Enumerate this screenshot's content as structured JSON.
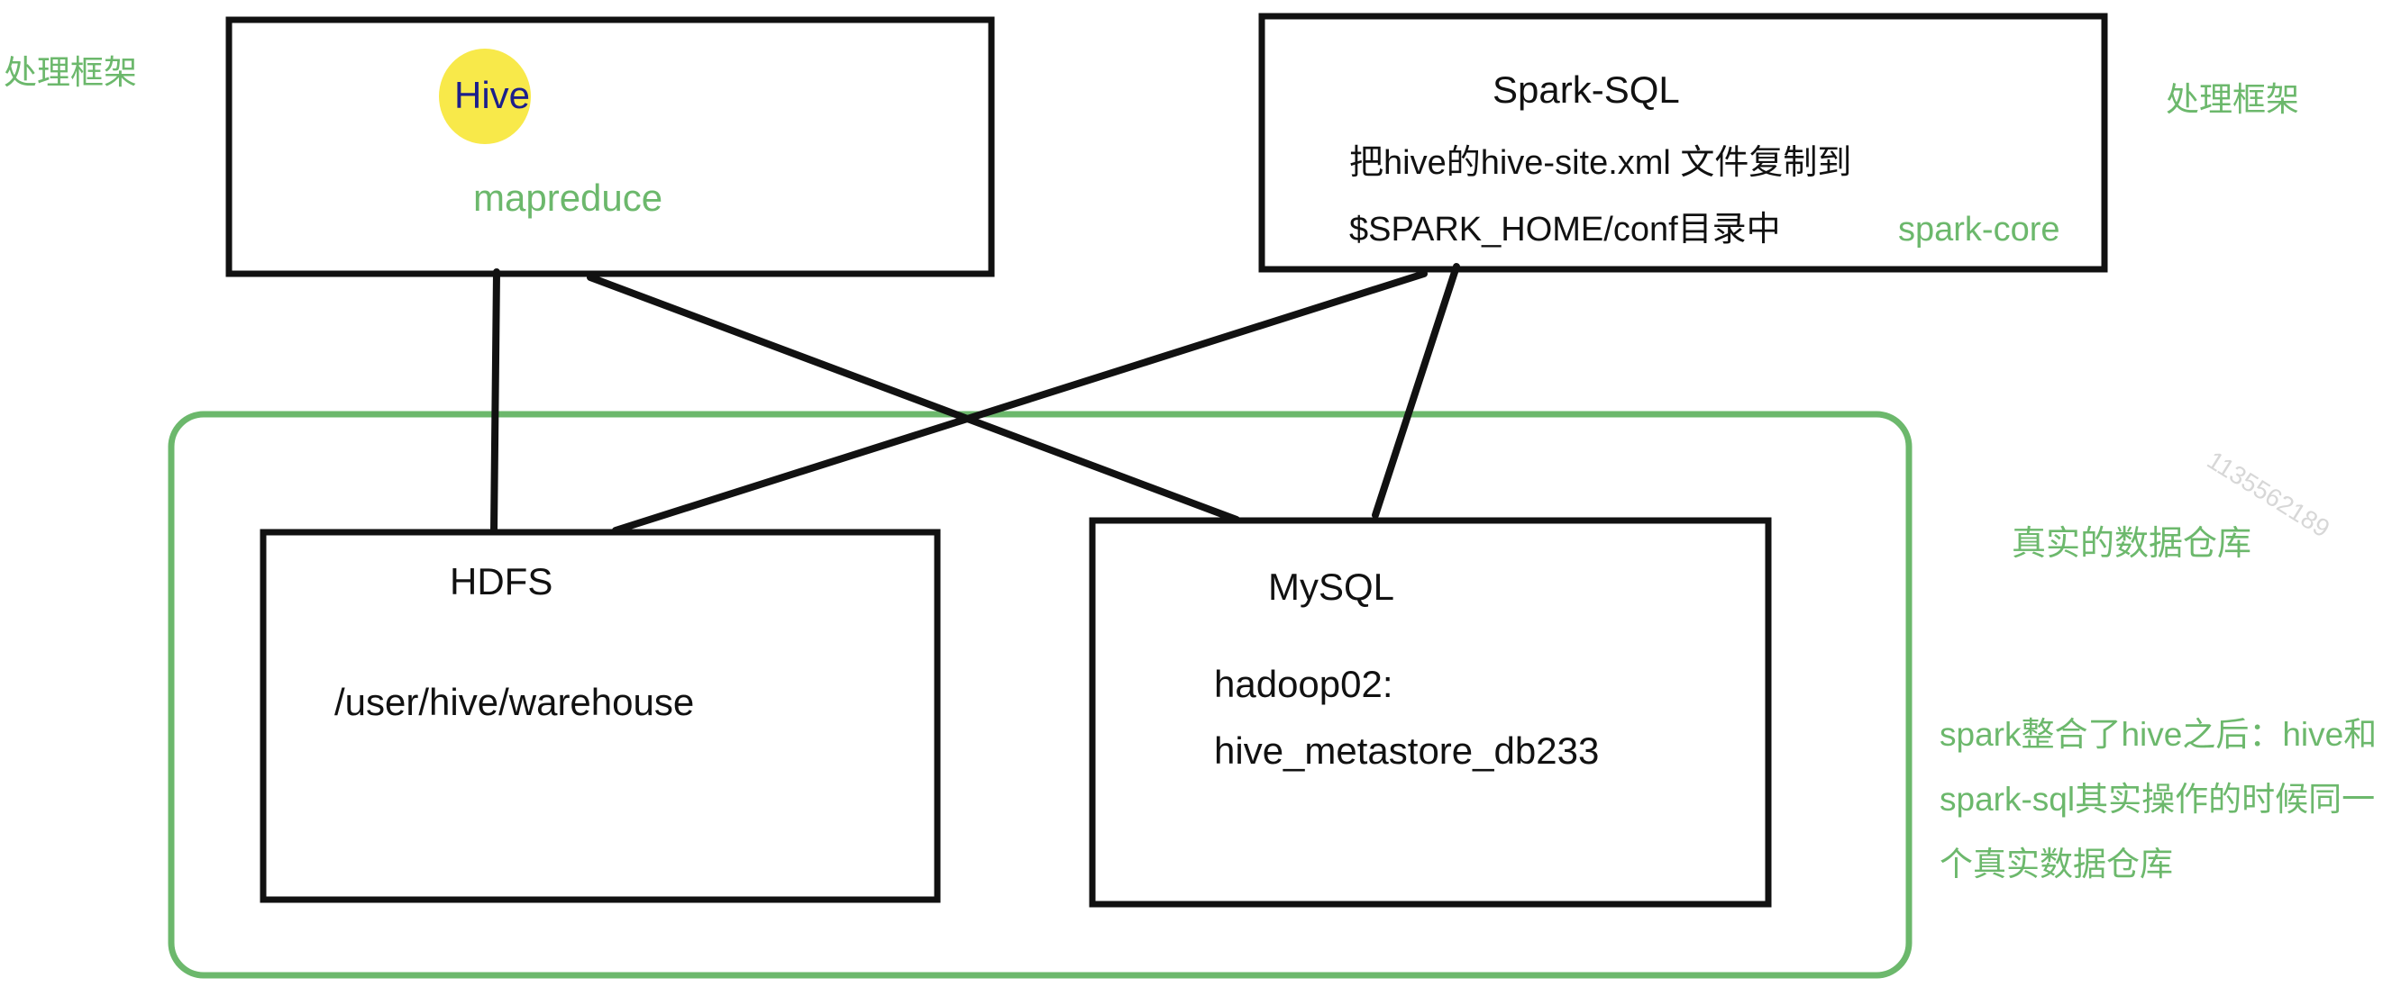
{
  "colors": {
    "box_stroke": "#111111",
    "connector": "#111111",
    "group_border": "#6cb86c",
    "annotation": "#6cb86c",
    "highlight": "#f8e94a",
    "hive_text": "#1c1f8c"
  },
  "left_label": "处理框架",
  "right_label": "处理框架",
  "hive_box": {
    "title": "Hive",
    "engine": "mapreduce"
  },
  "spark_box": {
    "title": "Spark-SQL",
    "instruction_line1": "把hive的hive-site.xml 文件复制到",
    "instruction_line2": "$SPARK_HOME/conf目录中",
    "engine": "spark-core"
  },
  "hdfs_box": {
    "title": "HDFS",
    "path": "/user/hive/warehouse"
  },
  "mysql_box": {
    "title": "MySQL",
    "host": "hadoop02:",
    "database": "hive_metastore_db233"
  },
  "warehouse_label": "真实的数据仓库",
  "integration_note": "spark整合了hive之后：hive和spark-sql其实操作的时候同一个真实数据仓库",
  "watermark": "1135562189"
}
